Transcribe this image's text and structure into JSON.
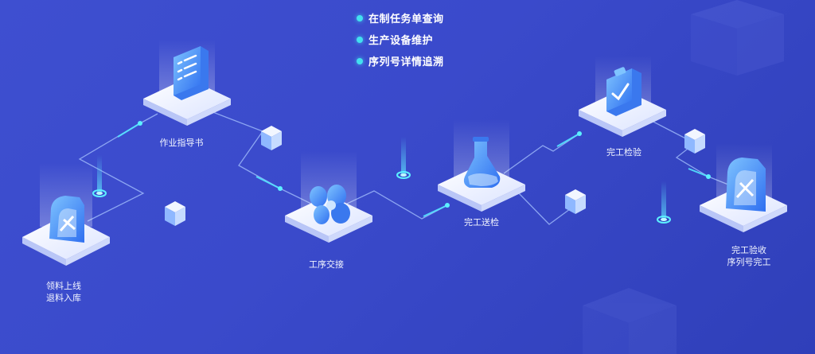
{
  "legend": {
    "items": [
      {
        "label": "在制任务单查询"
      },
      {
        "label": "生产设备维护"
      },
      {
        "label": "序列号详情追溯"
      }
    ]
  },
  "nodes": {
    "picking": {
      "label_line1": "领料上线",
      "label_line2": "退料入库",
      "icon": "cart-icon"
    },
    "instruction": {
      "label": "作业指导书",
      "icon": "document-icon"
    },
    "handover": {
      "label": "工序交接",
      "icon": "gears-icon"
    },
    "inspection_send": {
      "label": "完工送检",
      "icon": "flask-icon"
    },
    "inspection": {
      "label": "完工检验",
      "icon": "clipboard-check-icon"
    },
    "acceptance": {
      "label_line1": "完工验收",
      "label_line2": "序列号完工",
      "icon": "cart-icon"
    }
  },
  "colors": {
    "background": "#3a4acb",
    "accent": "#43e0f0",
    "platform": "#e8edff",
    "icon_blue": "#4a8bf5"
  }
}
